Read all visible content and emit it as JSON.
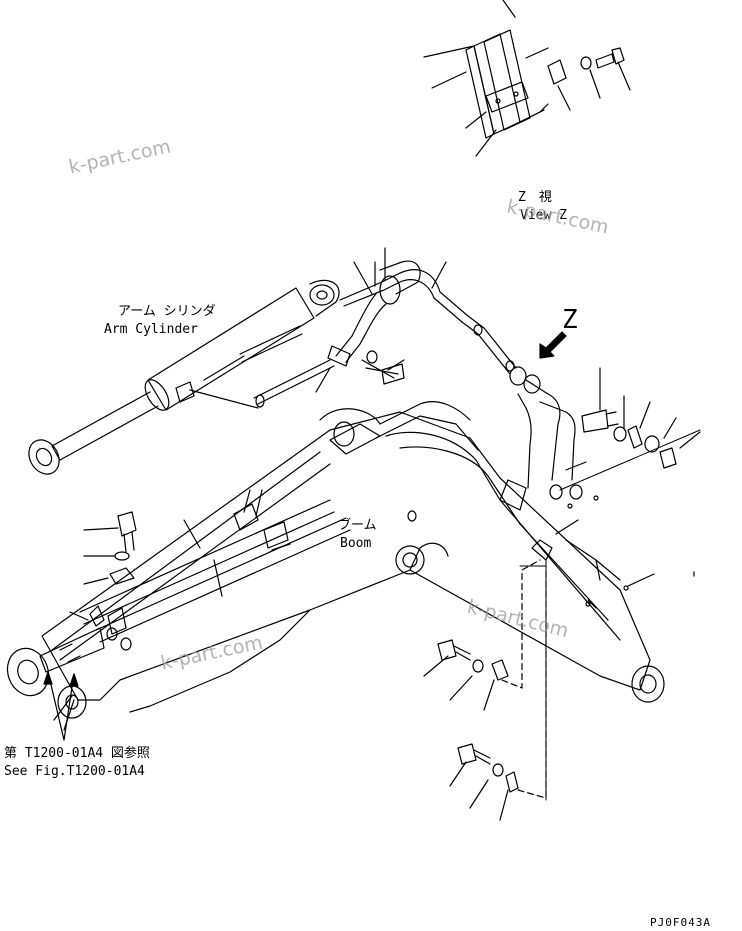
{
  "labels": {
    "view_z_jp": "Z　視",
    "view_z_en": "View Z",
    "z_marker": "Z",
    "arm_cyl_jp": "アーム シリンダ",
    "arm_cyl_en": "Arm Cylinder",
    "boom_jp": "ブーム",
    "boom_en": "Boom",
    "ref_jp": "第 T1200-01A4 図参照",
    "ref_en": "See Fig.T1200-01A4"
  },
  "watermarks": [
    "k-part.com",
    "k-part.com",
    "k-part.com",
    "k-part.com"
  ],
  "drawing_code": "PJ0F043A",
  "colors": {
    "line": "#000000",
    "watermark": "#9a9a9a"
  }
}
